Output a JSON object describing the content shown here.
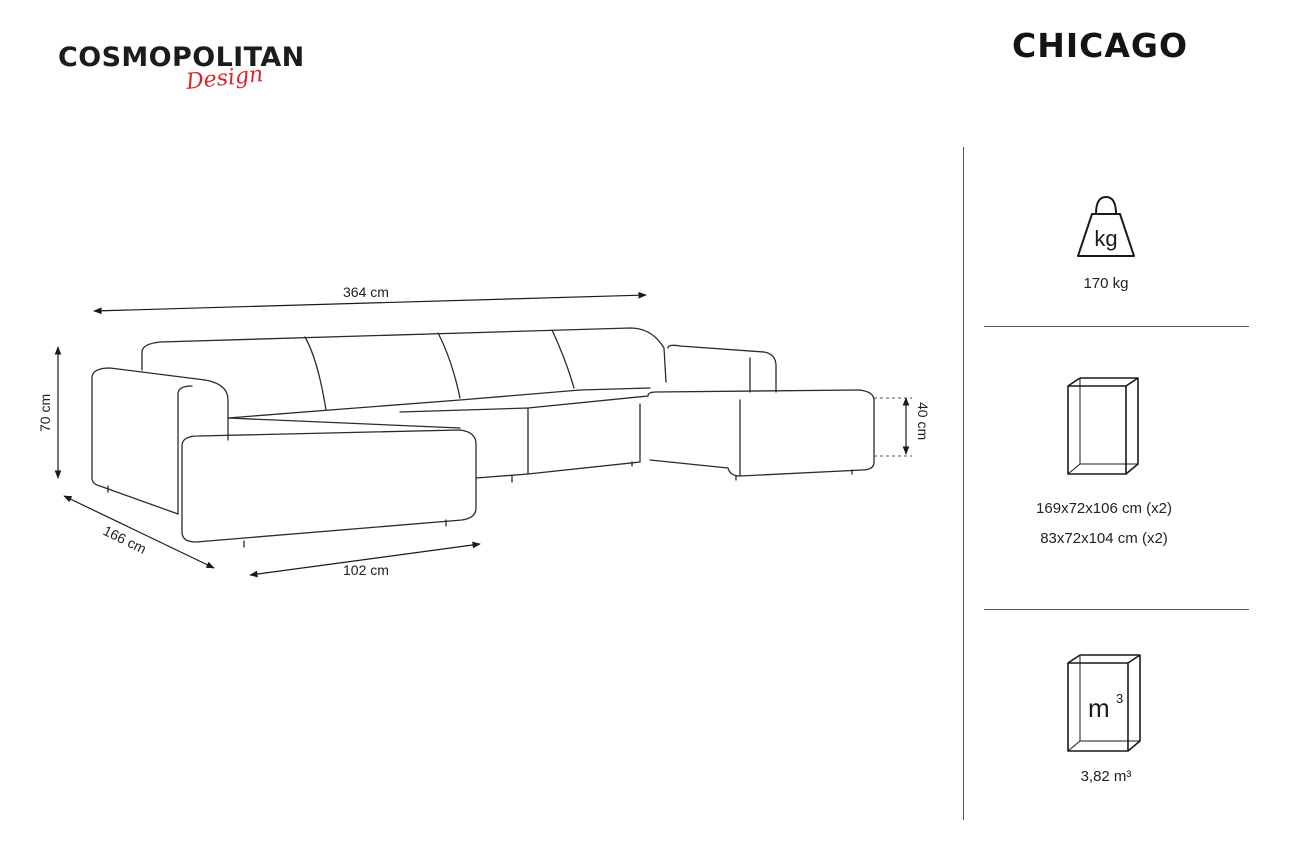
{
  "brand": {
    "name": "COSMOPOLITAN",
    "script": "Design"
  },
  "product": {
    "title": "CHICAGO"
  },
  "dimensions": {
    "length": "364 cm",
    "height": "70 cm",
    "depth": "166 cm",
    "chaise_width": "102 cm",
    "seat_height": "40 cm"
  },
  "specs": {
    "weight_icon_label": "kg",
    "weight": "170 kg",
    "packages_line1": "169x72x106 cm (x2)",
    "packages_line2": "83x72x104 cm (x2)",
    "volume_icon_label": "m",
    "volume_icon_sup": "3",
    "volume": "3,82 m³"
  },
  "icons": [
    "weight-icon",
    "package-box-icon",
    "volume-box-icon"
  ],
  "colors": {
    "text": "#1a1a1a",
    "accent": "#d9262c",
    "lines": "#555555"
  }
}
